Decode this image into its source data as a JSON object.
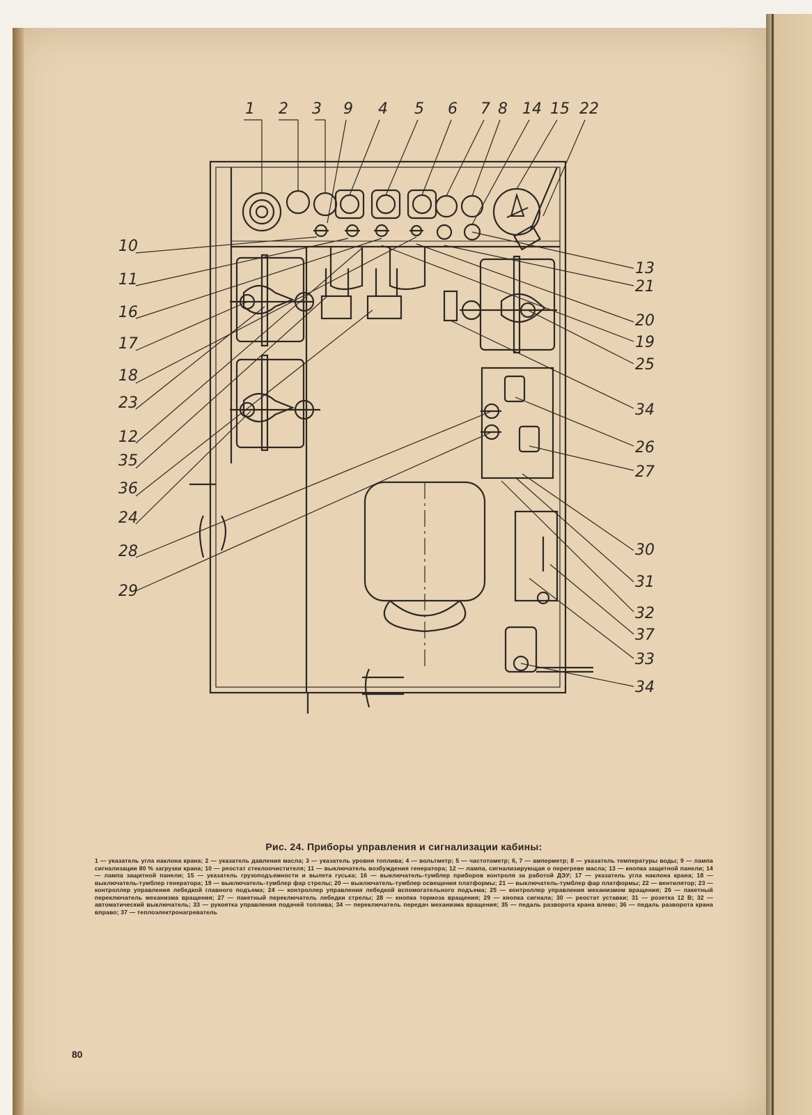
{
  "figure": {
    "caption_title": "Рис. 24. Приборы управления и сигнализации кабины:",
    "caption_text": "1 — указатель угла наклона крана; 2 — указатель давления масла; 3 — указатель уровня топлива; 4 — вольтметр; 5 — частотометр; 6, 7 — амперметр; 8 — указатель температуры воды; 9 — лампа сигнализации 80 % загрузки крана; 10 — реостат стеклоочистителя; 11 — выключатель возбуждения генератора; 12 — лампа, сигнализирующая о перегреве масла; 13 — кнопка защитной панели; 14 — лампа защитной панели; 15 — указатель грузоподъемности и вылета гуська; 16 — выключатель-тумблер приборов контроля за работой ДЭУ; 17 — указатель угла наклона крана; 18 — выключатель-тумблер генератора; 19 — выключатель-тумблер фар стрелы; 20 — выключатель-тумблер освещения платформы; 21 — выключатель-тумблер фар платформы; 22 — вентилятор; 23 — контроллер управления лебедкой главного подъема; 24 — контроллер управления лебедкой вспомогательного подъема; 25 — контроллер управления механизмом вращения; 26 — пакетный переключатель механизма вращения; 27 — пакетный переключатель лебедки стрелы; 28 — кнопка тормоза вращения; 29 — кнопка сигнала; 30 — реостат уставки; 31 — розетка 12 В; 32 — автоматический выключатель; 33 — рукоятка управления подачей топлива; 34 — переключатель передач механизма вращения; 35 — педаль разворота крана влево; 36 — педаль разворота крана вправо; 37 — теплоэлектронагреватель",
    "top_labels": [
      "1",
      "2",
      "3",
      "9",
      "4",
      "5",
      "6",
      "7",
      "8",
      "14",
      "15",
      "22"
    ],
    "left_labels": [
      "10",
      "11",
      "16",
      "17",
      "18",
      "23",
      "12",
      "35",
      "36",
      "24",
      "28",
      "29"
    ],
    "right_labels": [
      "13",
      "21",
      "20",
      "19",
      "25",
      "34",
      "26",
      "27",
      "30",
      "31",
      "32",
      "37",
      "33",
      "34"
    ]
  },
  "page_number": "80",
  "colors": {
    "paper": "#e8d3b4",
    "ink": "#2c2823"
  }
}
